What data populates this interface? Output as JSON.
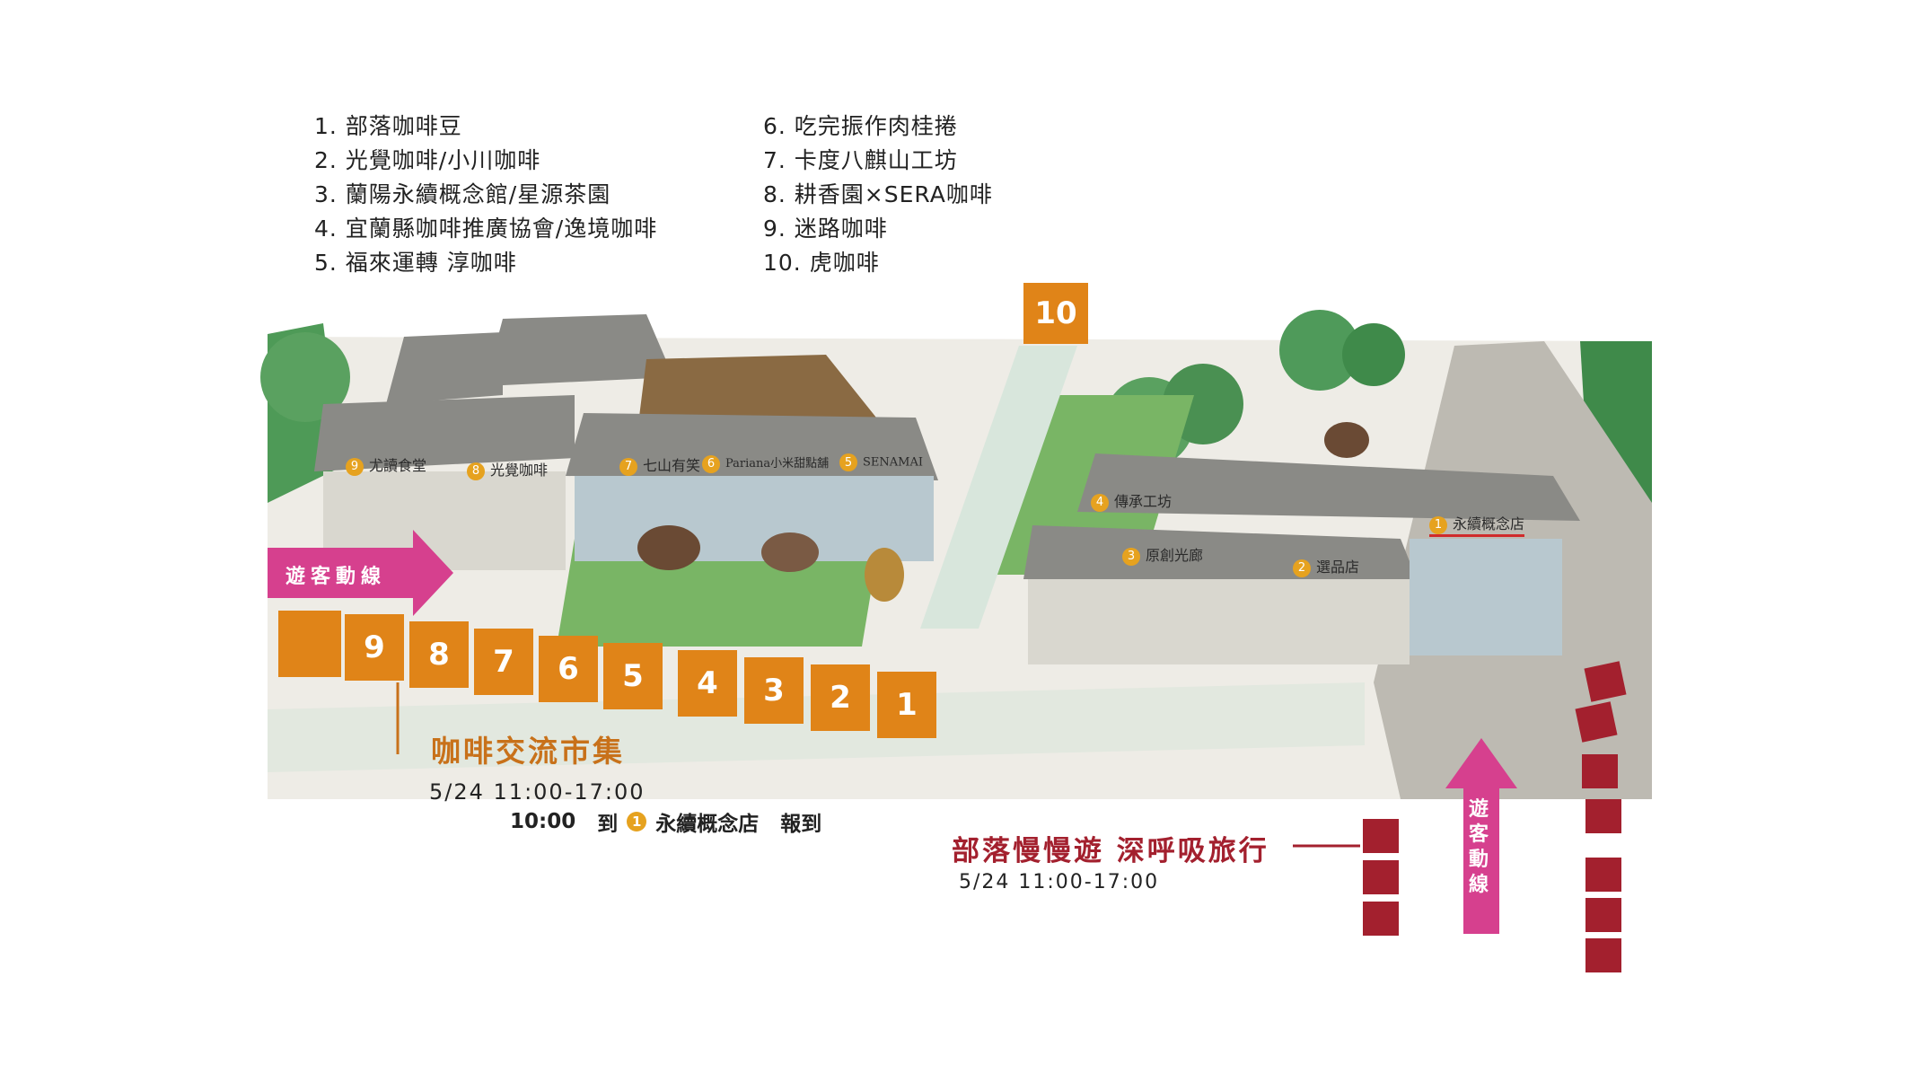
{
  "legend": {
    "left": [
      "1. 部落咖啡豆",
      "2. 光覺咖啡/小川咖啡",
      "3. 蘭陽永續概念館/星源茶園",
      "4. 宜蘭縣咖啡推廣協會/逸境咖啡",
      "5. 福來運轉  淳咖啡"
    ],
    "right": [
      "6. 吃完振作肉桂捲",
      "7. 卡度八麒山工坊",
      "8. 耕香園×SERA咖啡",
      "9. 迷路咖啡",
      "10. 虎咖啡"
    ]
  },
  "market": {
    "title": "咖啡交流市集",
    "date": "5/24  11:00-17:00",
    "checkin_time": "10:00",
    "checkin_to": "到",
    "checkin_num": "1",
    "checkin_place": "永續概念店",
    "checkin_action": "報到"
  },
  "trip": {
    "title": "部落慢慢遊  深呼吸旅行",
    "date": "5/24  11:00-17:00"
  },
  "flow": {
    "horizontal": "遊客動線",
    "vertical": [
      "遊",
      "客",
      "動",
      "線"
    ]
  },
  "booths": [
    "9",
    "8",
    "7",
    "6",
    "5",
    "4",
    "3",
    "2",
    "1"
  ],
  "booth_top": "10",
  "shops": [
    {
      "num": "9",
      "name": "尤讀食堂"
    },
    {
      "num": "8",
      "name": "光覺咖啡"
    },
    {
      "num": "7",
      "name": "七山有笑"
    },
    {
      "num": "6",
      "name": "Pariana小米甜點舖"
    },
    {
      "num": "5",
      "name": "SENAMAI"
    },
    {
      "num": "4",
      "name": "傳承工坊"
    },
    {
      "num": "3",
      "name": "原創光廊"
    },
    {
      "num": "2",
      "name": "選品店"
    },
    {
      "num": "1",
      "name": "永續概念店"
    }
  ],
  "colors": {
    "orange": "#e08418",
    "red": "#a3202e",
    "magenta": "#d6408e",
    "roof": "#8a8a86",
    "wall": "#d9d7cf",
    "grass": "#79b565",
    "tree": "#3f8a4a"
  }
}
